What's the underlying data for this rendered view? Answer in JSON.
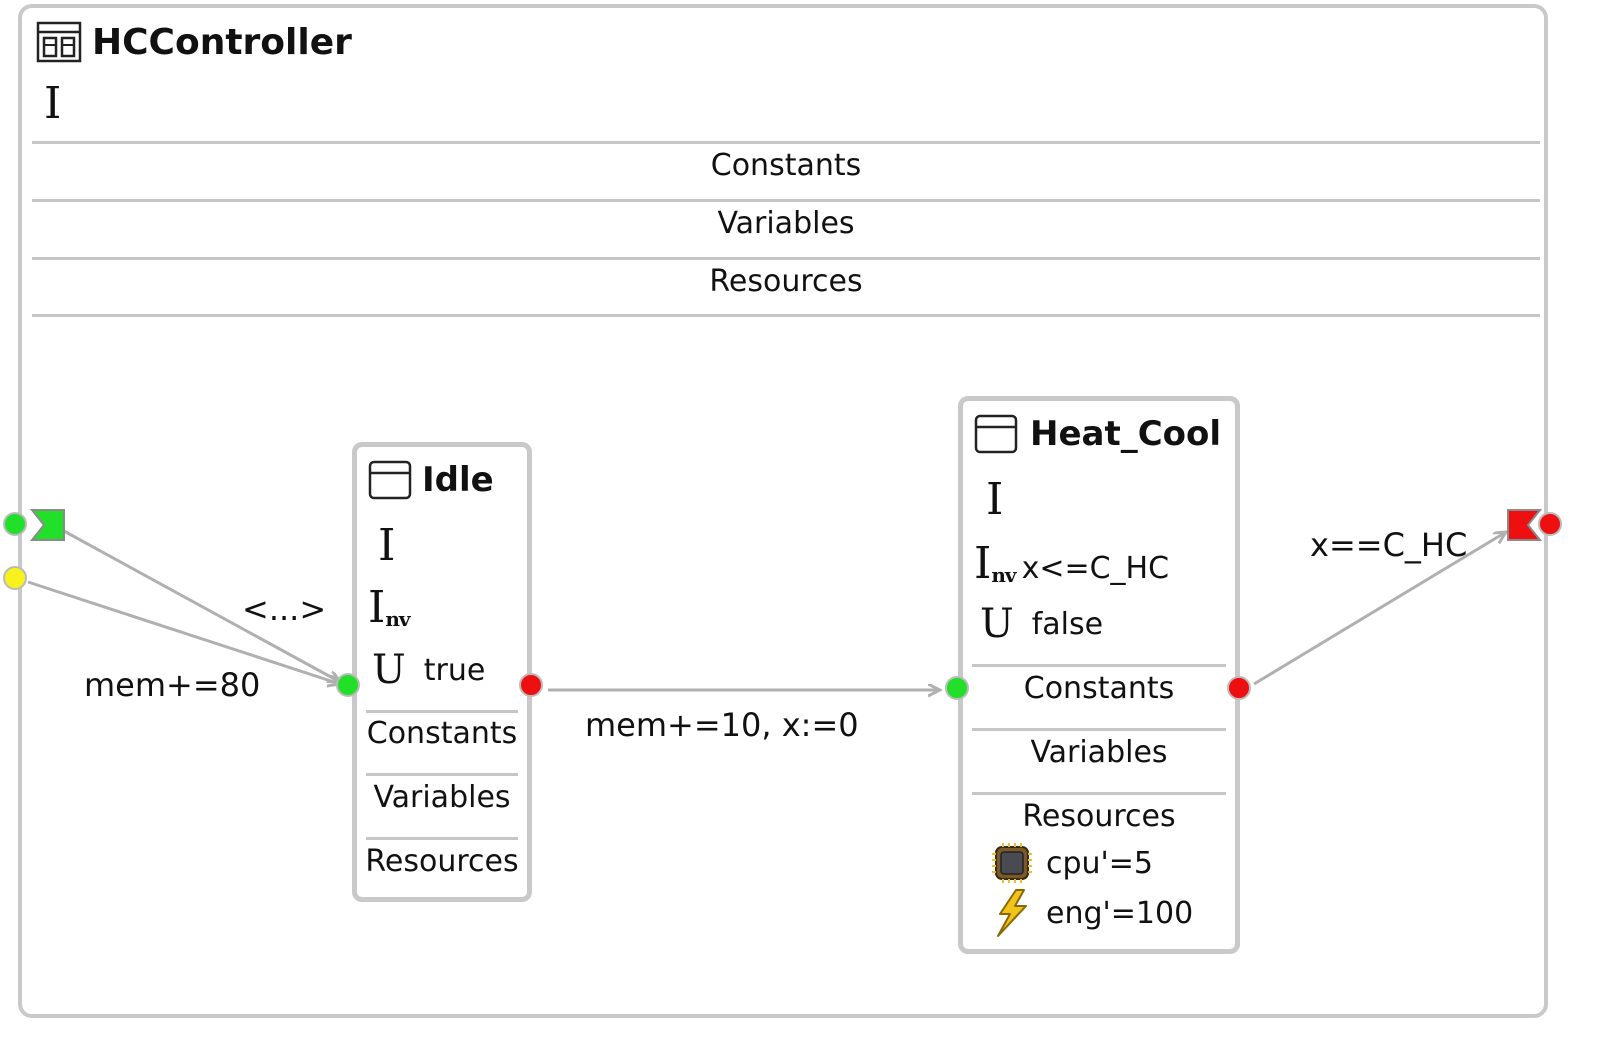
{
  "controller": {
    "name": "HCController",
    "sections": [
      "Constants",
      "Variables",
      "Resources"
    ]
  },
  "states": {
    "idle": {
      "name": "Idle",
      "invariant": "",
      "urgent": "true",
      "sections": [
        "Constants",
        "Variables",
        "Resources"
      ]
    },
    "heat_cool": {
      "name": "Heat_Cool",
      "invariant": "x<=C_HC",
      "urgent": "false",
      "sections": [
        "Constants",
        "Variables",
        "Resources"
      ],
      "resources": [
        {
          "icon": "cpu-icon",
          "text": "cpu'=5"
        },
        {
          "icon": "lightning-icon",
          "text": "eng'=100"
        }
      ]
    }
  },
  "edges": {
    "entry_guard": "<...>",
    "entry_update": "mem+=80",
    "idle_to_heat": "mem+=10, x:=0",
    "exit_guard": "x==C_HC"
  },
  "symbols": {
    "init": "I",
    "inv": "I",
    "inv_sub": "nv",
    "urgent": "U"
  },
  "colors": {
    "port_enter": "#22e02a",
    "port_exit": "#ee1010",
    "port_aux": "#f7f21b",
    "frame": "#c9c9c9",
    "edge": "#b0b0b0"
  }
}
